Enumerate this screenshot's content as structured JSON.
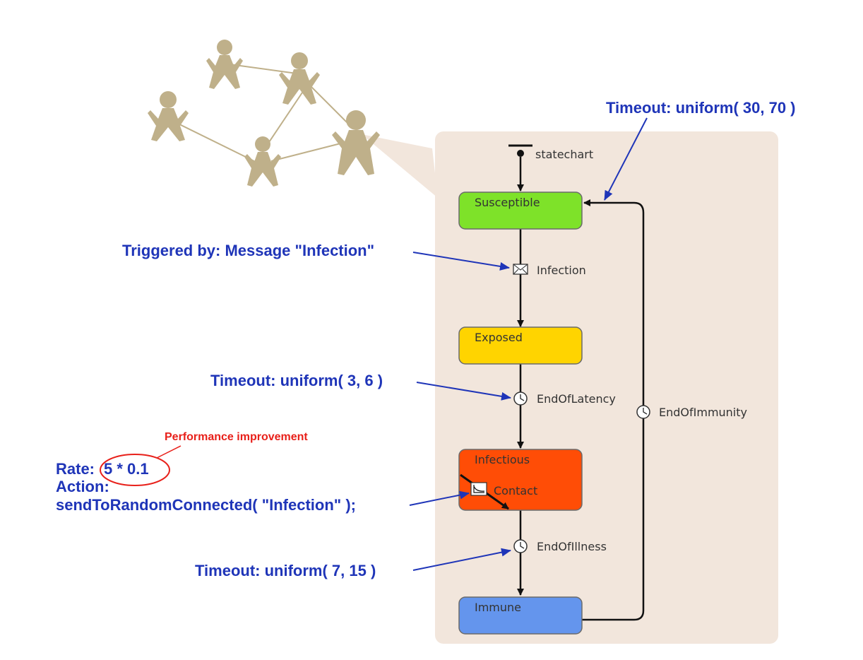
{
  "statechart": {
    "entry_label": "statechart",
    "states": {
      "susceptible": "Susceptible",
      "exposed": "Exposed",
      "infectious": "Infectious",
      "immune": "Immune"
    },
    "transitions": {
      "infection": "Infection",
      "end_of_latency": "EndOfLatency",
      "contact": "Contact",
      "end_of_illness": "EndOfIllness",
      "end_of_immunity": "EndOfImmunity"
    },
    "colors": {
      "panel": "#f2e6dc",
      "susceptible": "#7ee229",
      "exposed": "#ffd400",
      "infectious": "#ff4d06",
      "immune": "#6495ed",
      "agents": "#bfb08a",
      "annotation": "#1f35b8",
      "highlight": "#e8201a"
    }
  },
  "annotations": {
    "immunity_timeout": "Timeout: uniform( 30, 70 )",
    "triggered_by": "Triggered by: Message \"Infection\"",
    "latency_timeout": "Timeout: uniform( 3, 6 )",
    "performance": "Performance improvement",
    "rate_prefix": "Rate:",
    "rate_value": "5 * 0.1",
    "action_label": "Action:",
    "action_code": "sendToRandomConnected( \"Infection\" );",
    "illness_timeout": "Timeout: uniform( 7, 15 )"
  },
  "icons": {
    "entry": "initial-pointer-icon",
    "message": "envelope-icon",
    "timeout": "clock-icon",
    "rate": "rate-icon",
    "agent": "person-icon"
  }
}
